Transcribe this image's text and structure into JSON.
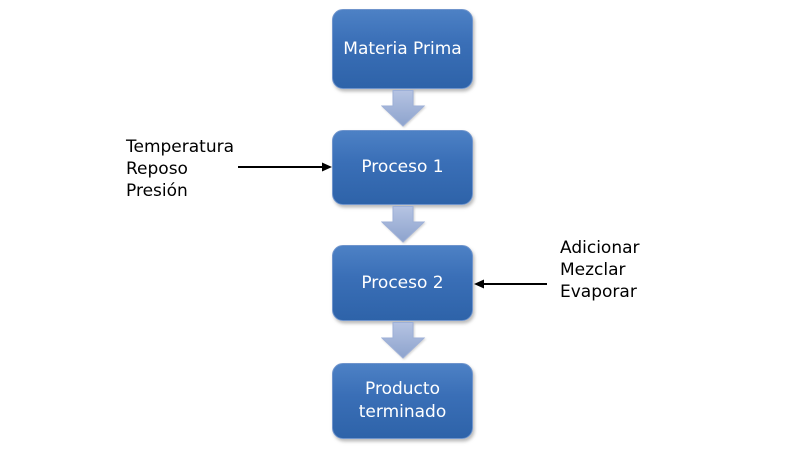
{
  "diagram": {
    "type": "flowchart",
    "direction": "top-down",
    "colors": {
      "background": "#ffffff",
      "node_fill_top": "#4d81c5",
      "node_fill_mid": "#3a6fb7",
      "node_fill_bottom": "#2e63a9",
      "node_border": "#6f94cc",
      "node_text": "#ffffff",
      "flow_arrow_top": "#b5c3e2",
      "flow_arrow_bottom": "#8da3cd",
      "flow_arrow_border": "#9db0d8",
      "annotation_text": "#000000",
      "annotation_arrow": "#000000"
    },
    "nodes": [
      {
        "id": "materia-prima",
        "label": "Materia Prima"
      },
      {
        "id": "proceso-1",
        "label": "Proceso 1"
      },
      {
        "id": "proceso-2",
        "label": "Proceso 2"
      },
      {
        "id": "producto-terminado",
        "label": "Producto terminado"
      }
    ],
    "flow_connectors": [
      {
        "from": "materia-prima",
        "to": "proceso-1",
        "style": "block-arrow-down"
      },
      {
        "from": "proceso-1",
        "to": "proceso-2",
        "style": "block-arrow-down"
      },
      {
        "from": "proceso-2",
        "to": "producto-terminado",
        "style": "block-arrow-down"
      }
    ],
    "annotations": [
      {
        "side": "left",
        "target": "proceso-1",
        "arrow_direction": "right",
        "lines": [
          "Temperatura",
          "Reposo",
          "Presión"
        ]
      },
      {
        "side": "right",
        "target": "proceso-2",
        "arrow_direction": "left",
        "lines": [
          "Adicionar",
          "Mezclar",
          "Evaporar"
        ]
      }
    ]
  }
}
